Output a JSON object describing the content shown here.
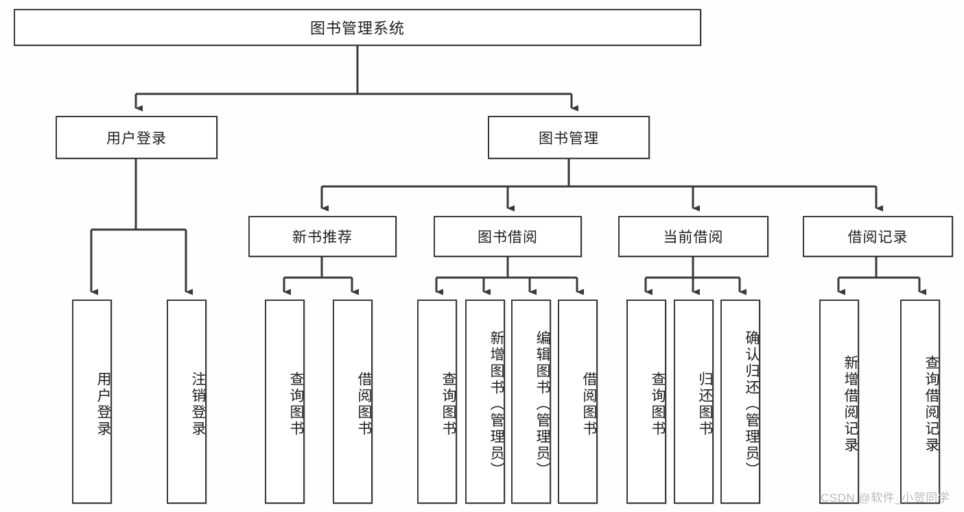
{
  "diagram": {
    "type": "tree",
    "title": "图书管理系统",
    "watermark": "CSDN @软件_小贺同学",
    "colors": {
      "background": "#fefefe",
      "box_border": "#3a3a3a",
      "box_fill": "#ffffff",
      "text": "#1d1d1d",
      "connector": "#3a3a3a",
      "watermark": "#b9b9b9"
    },
    "root": {
      "label": "图书管理系统",
      "orientation": "horizontal"
    },
    "level2": [
      {
        "label": "用户登录",
        "orientation": "horizontal"
      },
      {
        "label": "图书管理",
        "orientation": "horizontal"
      }
    ],
    "level3": [
      {
        "label": "新书推荐",
        "orientation": "horizontal"
      },
      {
        "label": "图书借阅",
        "orientation": "horizontal"
      },
      {
        "label": "当前借阅",
        "orientation": "horizontal"
      },
      {
        "label": "借阅记录",
        "orientation": "horizontal"
      }
    ],
    "leaves": {
      "用户登录": [
        {
          "label": "用户登录",
          "orientation": "vertical"
        },
        {
          "label": "注销登录",
          "orientation": "vertical"
        }
      ],
      "新书推荐": [
        {
          "label": "查询图书",
          "orientation": "vertical"
        },
        {
          "label": "借阅图书",
          "orientation": "vertical"
        }
      ],
      "图书借阅": [
        {
          "label": "查询图书",
          "orientation": "vertical"
        },
        {
          "label": "新增图书（管理员）",
          "orientation": "vertical"
        },
        {
          "label": "编辑图书（管理员）",
          "orientation": "vertical"
        },
        {
          "label": "借阅图书",
          "orientation": "vertical"
        }
      ],
      "当前借阅": [
        {
          "label": "查询图书",
          "orientation": "vertical"
        },
        {
          "label": "归还图书",
          "orientation": "vertical"
        },
        {
          "label": "确认归还（管理员）",
          "orientation": "vertical"
        }
      ],
      "借阅记录": [
        {
          "label": "新增借阅记录",
          "orientation": "vertical"
        },
        {
          "label": "查询借阅记录",
          "orientation": "vertical"
        }
      ]
    }
  }
}
